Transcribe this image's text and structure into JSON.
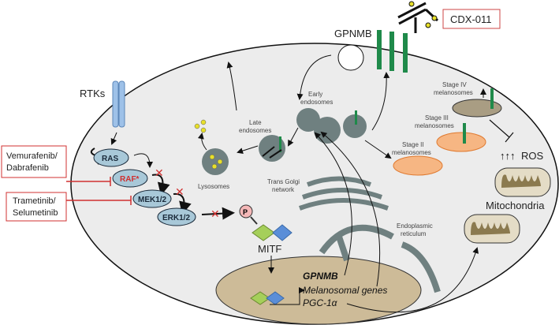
{
  "labels": {
    "rtks": "RTKs",
    "gpnmb_top": "GPNMB",
    "cdx": "CDX-011",
    "ras": "RAS",
    "raf": "RAF*",
    "mek": "MEK1/2",
    "erk": "ERK1/2",
    "p": "P",
    "mitf": "MITF",
    "drug1_line1": "Vemurafenib/",
    "drug1_line2": "Dabrafenib",
    "drug2_line1": "Trametinib/",
    "drug2_line2": "Selumetinib",
    "early1": "Early",
    "early2": "endosomes",
    "late1": "Late",
    "late2": "endosomes",
    "lysosomes": "Lysosomes",
    "golgi1": "Trans Golgi",
    "golgi2": "network",
    "er1": "Endoplasmic",
    "er2": "reticulum",
    "stage4_1": "Stage IV",
    "stage4_2": "melanosomes",
    "stage3_1": "Stage III",
    "stage3_2": "melanosomes",
    "stage2_1": "Stage II",
    "stage2_2": "melanosomes",
    "ros": "ROS",
    "ros_arrows": "↑↑↑",
    "mito": "Mitochondria",
    "gene1": "GPNMB",
    "gene2": "Melanosomal genes",
    "gene3": "PGC-1α"
  },
  "colors": {
    "cell": "#ececec",
    "nucleus": "#cdbb98",
    "organelle": "#6f8080",
    "gpnmb": "#1f8a4a",
    "inhibitor": "#d03030",
    "stage2": "#f6b683",
    "stage4": "#a99d83"
  }
}
